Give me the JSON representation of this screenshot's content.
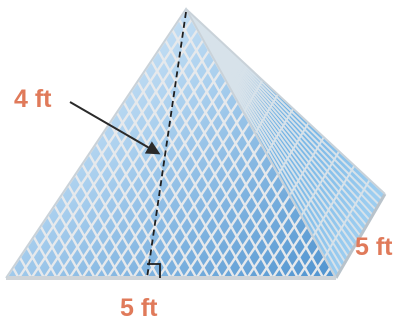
{
  "labels": {
    "slant_height": "4 ft",
    "base_front": "5 ft",
    "base_side": "5 ft"
  },
  "colors": {
    "label": "#e07a5a",
    "front_face_light": "#dcecf8",
    "front_face_dark": "#5b9fd4",
    "side_face_light": "#8cc2ea",
    "side_face_dark": "#2e6fb0",
    "frame": "#e4e7ea",
    "edge": "#2a2a2a"
  }
}
